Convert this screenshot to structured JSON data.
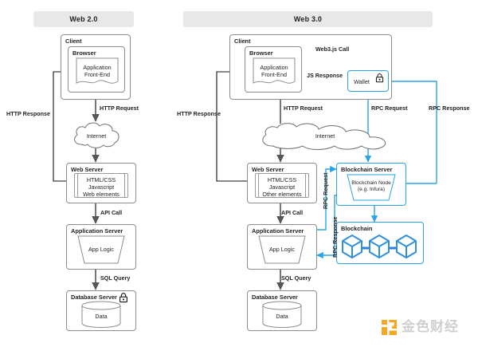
{
  "panels": {
    "web2": {
      "title": "Web 2.0"
    },
    "web3": {
      "title": "Web 3.0"
    }
  },
  "web2": {
    "client": {
      "title": "Client"
    },
    "browser": {
      "title": "Browser"
    },
    "app_frontend": {
      "label": "Application\nFront-End"
    },
    "internet": {
      "label": "Internet"
    },
    "web_server": {
      "title": "Web Server",
      "contents": "HTML/CSS\nJavascript\nWeb elements"
    },
    "app_server": {
      "title": "Application Server",
      "shape_label": "App Logic"
    },
    "db_server": {
      "title": "Database Server",
      "shape_label": "Data",
      "lock_icon": "lock-icon"
    },
    "edges": {
      "http_request": "HTTP Request",
      "http_response": "HTTP Response",
      "api_call": "API Call",
      "sql_query": "SQL Query"
    }
  },
  "web3": {
    "client": {
      "title": "Client"
    },
    "browser": {
      "title": "Browser"
    },
    "app_frontend": {
      "label": "Application\nFront-End"
    },
    "wallet": {
      "title": "Wallet",
      "lock_icon": "lock-icon"
    },
    "internet": {
      "label": "Internet"
    },
    "web_server": {
      "title": "Web Server",
      "contents": "HTML/CSS\nJavascript\nOther elements"
    },
    "app_server": {
      "title": "Application Server",
      "shape_label": "App Logic"
    },
    "db_server": {
      "title": "Database Server",
      "shape_label": "Data"
    },
    "blockchain_server": {
      "title": "Blockchain Server",
      "shape_label": "Blockchain Node\n(e.g. Infura)"
    },
    "blockchain": {
      "title": "Blockchain",
      "icon": "blockchain-cubes-icon"
    },
    "edges": {
      "web3js_call": "Web3.js Call",
      "js_response": "JS Response",
      "http_request": "HTTP Request",
      "http_response": "HTTP Response",
      "rpc_request_top": "RPC Request",
      "rpc_response_top": "RPC Response",
      "api_call": "API Call",
      "sql_query": "SQL Query",
      "rpc_request_mid": "RPC Request",
      "rpc_response_mid": "RPC Response"
    }
  },
  "watermark": {
    "text": "金色财经",
    "mark_color": "#f5a623",
    "text_color": "#cfcfcf"
  },
  "colors": {
    "accent_blue": "#29a3e8",
    "line_gray": "#666666",
    "box_border": "#8c8c8c",
    "header_bg": "#e8e8e8"
  }
}
